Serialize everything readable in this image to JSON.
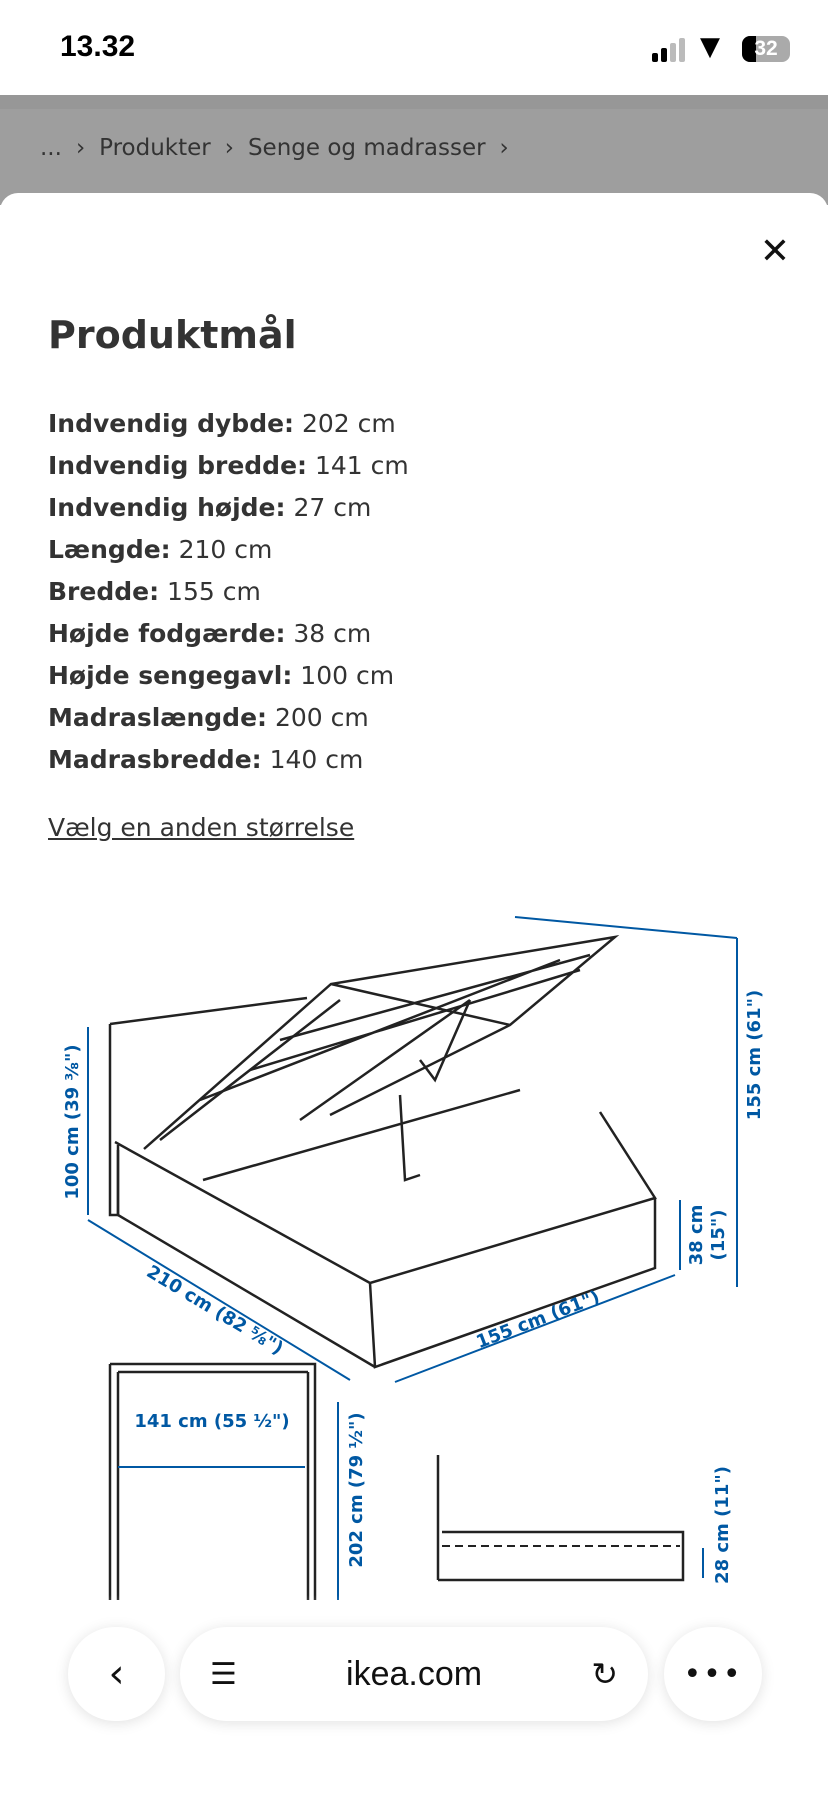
{
  "status_bar": {
    "time": "13.32",
    "battery": "32"
  },
  "breadcrumb": [
    "...",
    "Produkter",
    "Senge og madrasser"
  ],
  "sheet": {
    "title": "Produktmål",
    "specs": [
      {
        "label": "Indvendig dybde:",
        "value": " 202 cm"
      },
      {
        "label": "Indvendig bredde:",
        "value": " 141 cm"
      },
      {
        "label": "Indvendig højde:",
        "value": " 27 cm"
      },
      {
        "label": "Længde:",
        "value": " 210 cm"
      },
      {
        "label": "Bredde:",
        "value": " 155 cm"
      },
      {
        "label": "Højde fodgærde:",
        "value": " 38 cm"
      },
      {
        "label": "Højde sengegavl:",
        "value": " 100 cm"
      },
      {
        "label": "Madraslængde:",
        "value": " 200 cm"
      },
      {
        "label": "Madrasbredde:",
        "value": " 140 cm"
      }
    ],
    "other_size_link": "Vælg en anden størrelse"
  },
  "diagram": {
    "headboard_height": "100 cm (39 ⅜\")",
    "total_height": "155 cm (61\")",
    "footboard_height_cm": "38 cm",
    "footboard_height_in": "(15\")",
    "length": "210 cm (82 ⅝\")",
    "width": "155 cm (61\")",
    "inner_width": "141 cm (55 ½\")",
    "inner_length": "202 cm (79 ½\")",
    "inner_depth": "28 cm (11\")",
    "color": "#0058a3"
  },
  "browser": {
    "url": "ikea.com"
  }
}
